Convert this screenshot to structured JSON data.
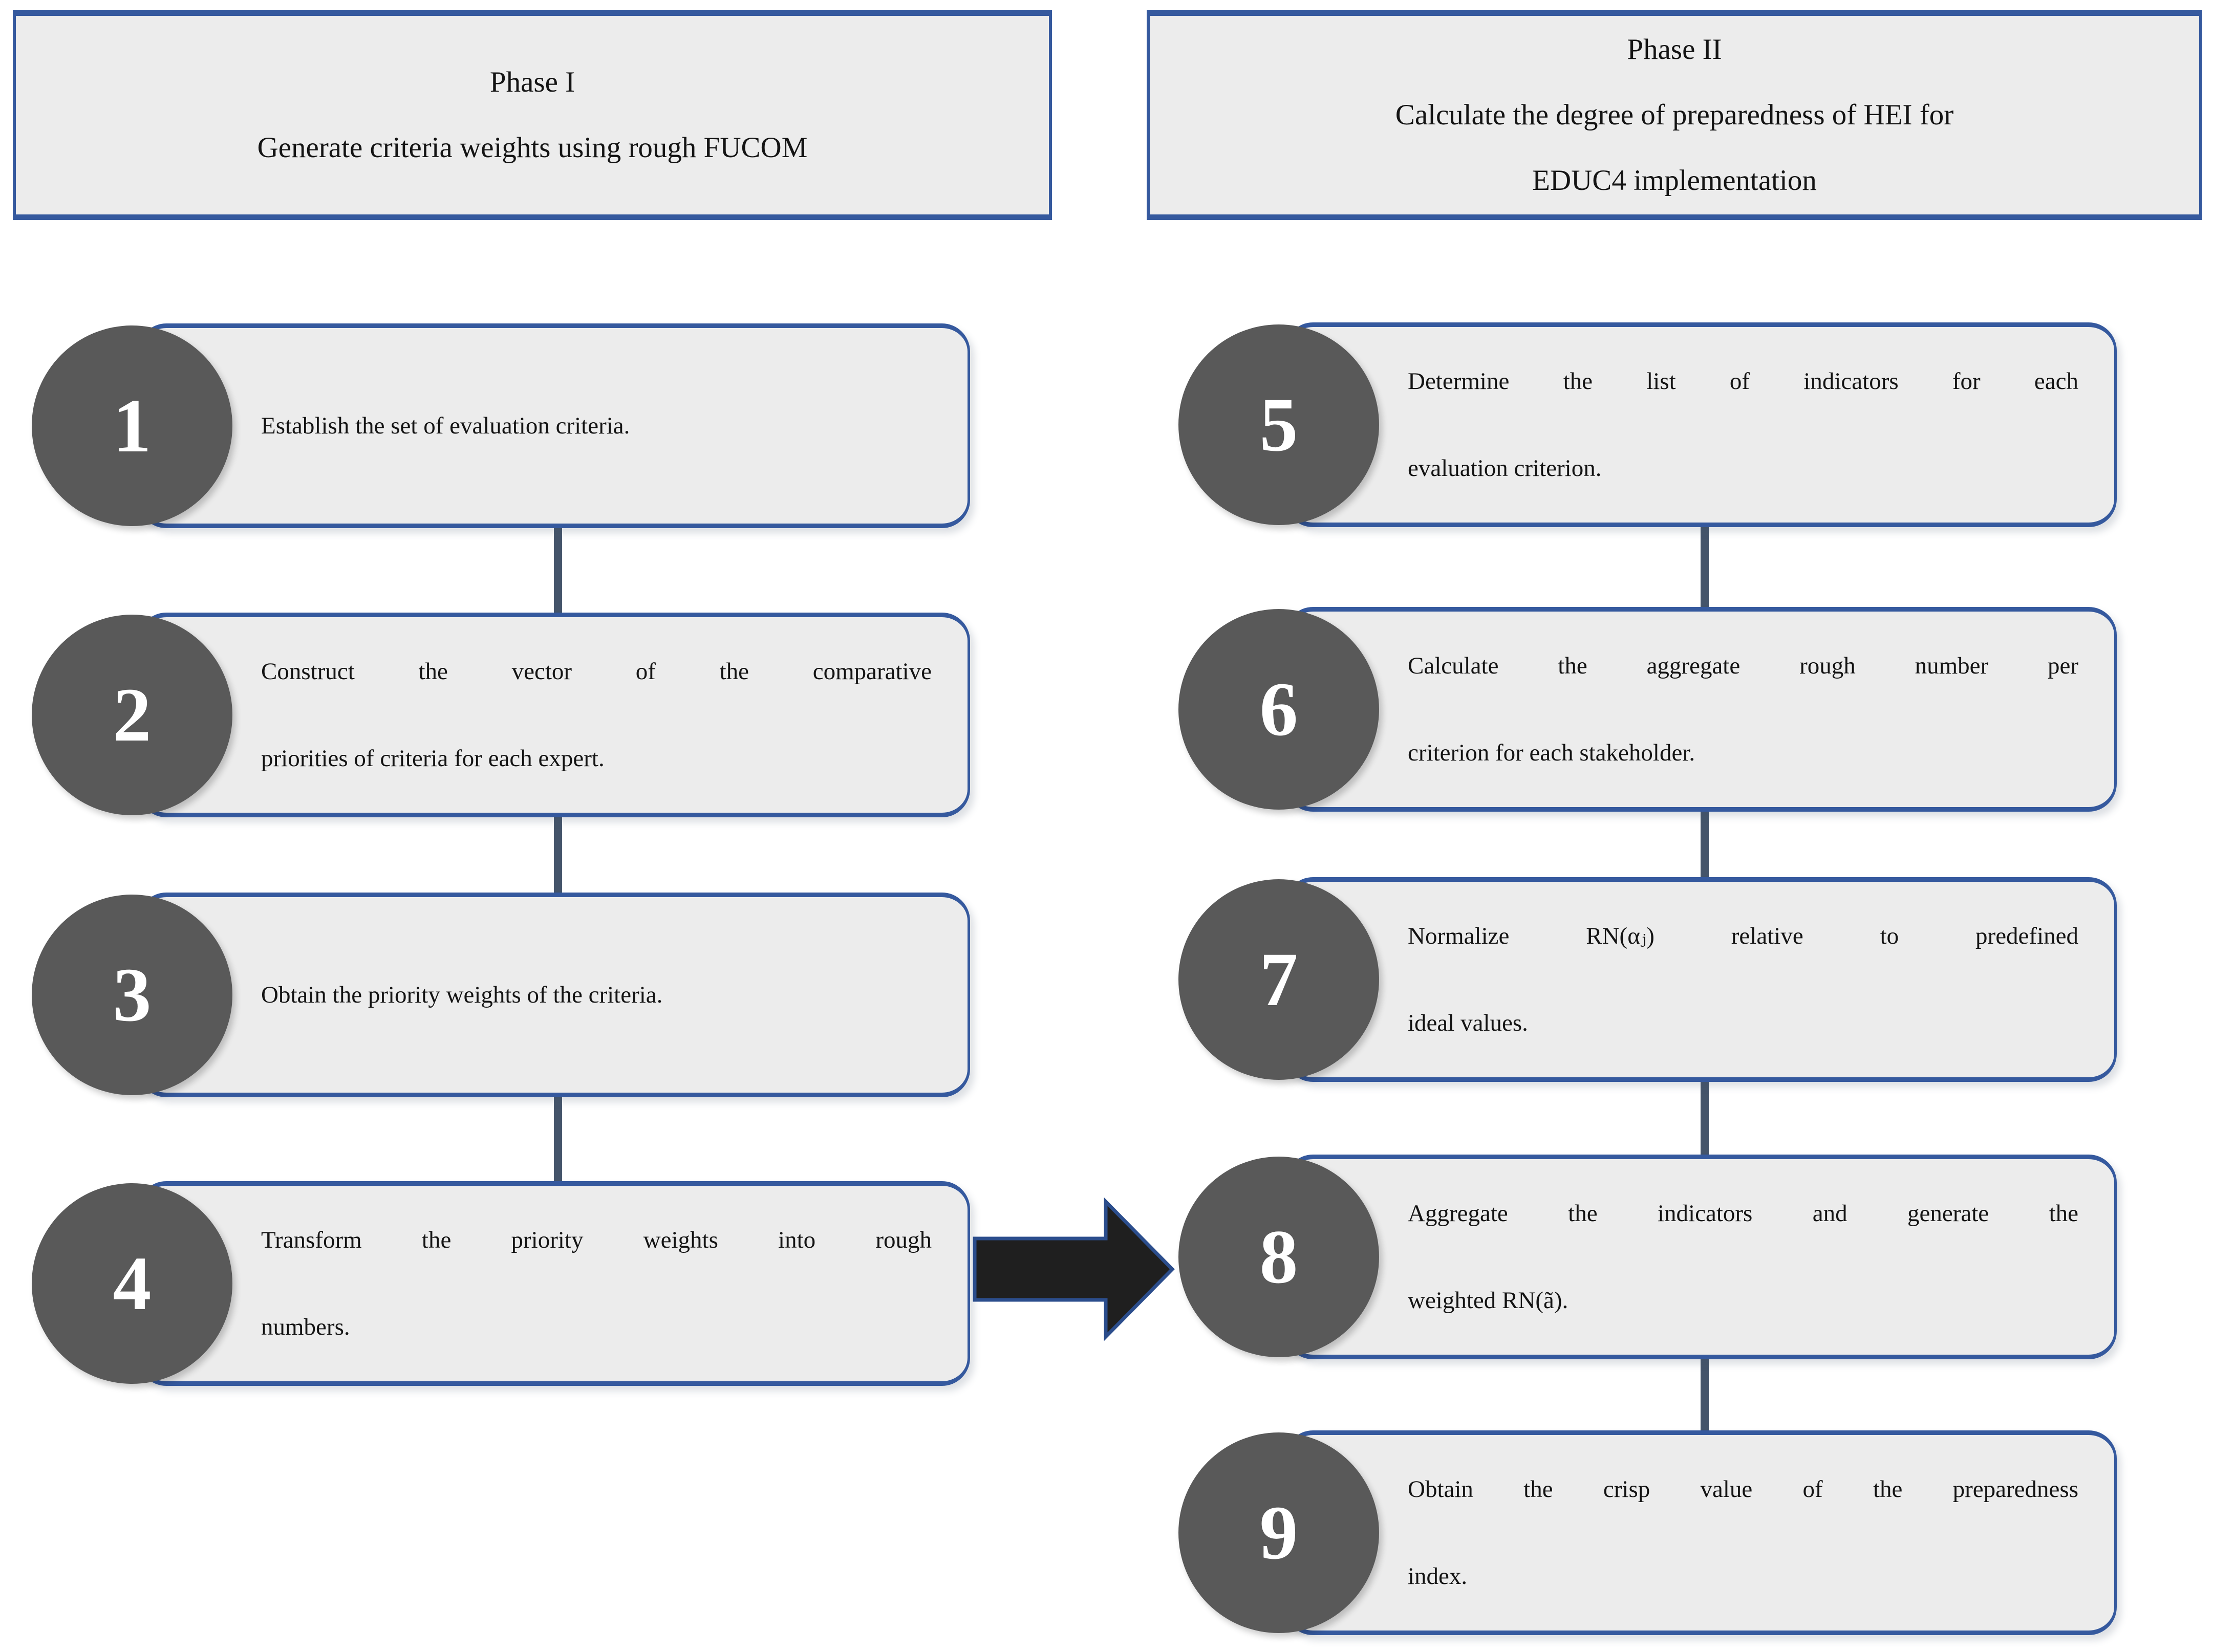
{
  "figure": {
    "kind": "two-phase methodology flowchart"
  },
  "colors": {
    "box_border": "#35599E",
    "box_fill": "#ECECEC",
    "connector": "#44546A",
    "circle_fill": "#595959",
    "number_color": "#FFFFFF",
    "arrow_fill": "#1F1F1F",
    "arrow_outline": "#2B4D8C",
    "text": "#141414",
    "background": "#FFFFFF"
  },
  "headers": {
    "phase1": {
      "title": "Phase I",
      "subtitle": "Generate criteria weights using rough FUCOM"
    },
    "phase2": {
      "title": "Phase II",
      "subtitle_line1": "Calculate the degree of preparedness of HEI for",
      "subtitle_line2": "EDUC4 implementation"
    }
  },
  "steps": {
    "left": [
      {
        "number": "1",
        "justify": false,
        "lines": [
          "Establish the set of evaluation criteria."
        ]
      },
      {
        "number": "2",
        "justify": true,
        "lines": [
          "Construct the vector of the comparative",
          "priorities of criteria for each expert."
        ]
      },
      {
        "number": "3",
        "justify": false,
        "lines": [
          "Obtain the priority weights of the criteria."
        ]
      },
      {
        "number": "4",
        "justify": true,
        "lines": [
          "Transform the priority weights into rough",
          "numbers."
        ]
      }
    ],
    "right": [
      {
        "number": "5",
        "justify": true,
        "lines": [
          "Determine the list of indicators for each",
          "evaluation criterion."
        ]
      },
      {
        "number": "6",
        "justify": true,
        "lines": [
          "Calculate the aggregate rough number per",
          "criterion for each stakeholder."
        ]
      },
      {
        "number": "7",
        "justify": true,
        "lines": [
          "Normalize RN(αⱼ) relative to predefined",
          "ideal values."
        ]
      },
      {
        "number": "8",
        "justify": true,
        "lines": [
          "Aggregate the indicators and generate the",
          "weighted RN(ã)."
        ]
      },
      {
        "number": "9",
        "justify": true,
        "lines": [
          "Obtain the crisp value of the preparedness",
          "index."
        ]
      }
    ]
  },
  "arrow": {
    "icon": "right-block-arrow",
    "meaning": "transition from Phase I output to Phase II step 8"
  }
}
